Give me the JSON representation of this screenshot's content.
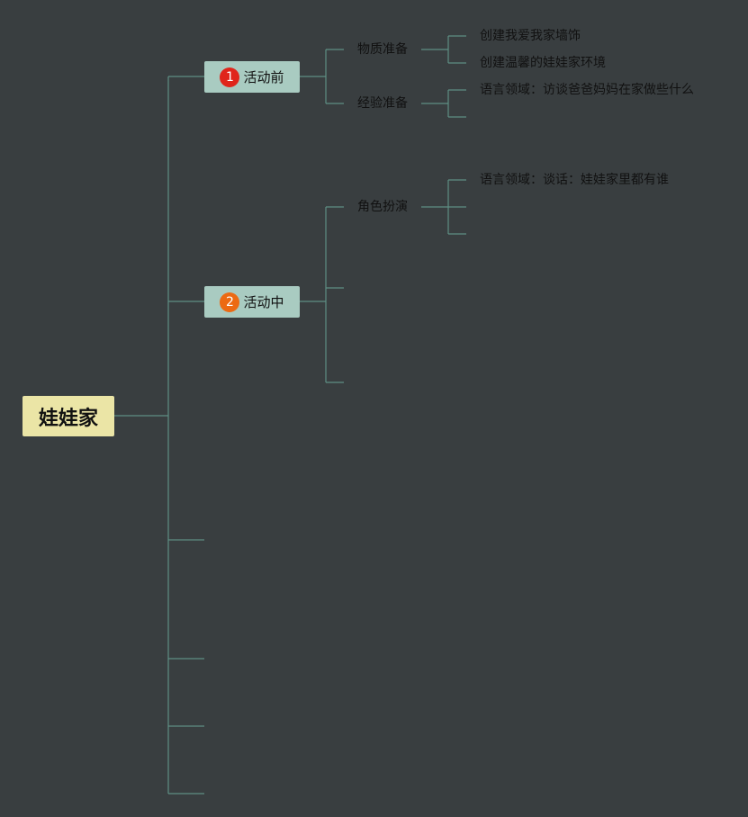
{
  "root": {
    "label": "娃娃家"
  },
  "branches": [
    {
      "label": "活动前",
      "marker": {
        "number": "1",
        "color": "#e0251b"
      },
      "children": [
        {
          "label": "物质准备",
          "children": [
            "创建我爱我家墙饰",
            "创建温馨的娃娃家环境"
          ]
        },
        {
          "label": "经验准备",
          "children": [
            "语言领域：访谈爸爸妈妈在家做些什么",
            ""
          ]
        }
      ]
    },
    {
      "label": "活动中",
      "marker": {
        "number": "2",
        "color": "#ec6a13"
      },
      "children": [
        {
          "label": "角色扮演",
          "children": [
            "语言领域：谈话：娃娃家里都有谁",
            "",
            ""
          ]
        },
        {
          "label": "",
          "children": []
        },
        {
          "label": "",
          "children": []
        }
      ]
    },
    {
      "label": "",
      "children": []
    },
    {
      "label": "",
      "children": []
    },
    {
      "label": "",
      "children": []
    },
    {
      "label": "",
      "children": []
    }
  ],
  "colors": {
    "background": "#393e40",
    "connector": "#5e8f84",
    "root_fill": "#ebe5a6",
    "topic_fill": "#a9cbc1"
  }
}
